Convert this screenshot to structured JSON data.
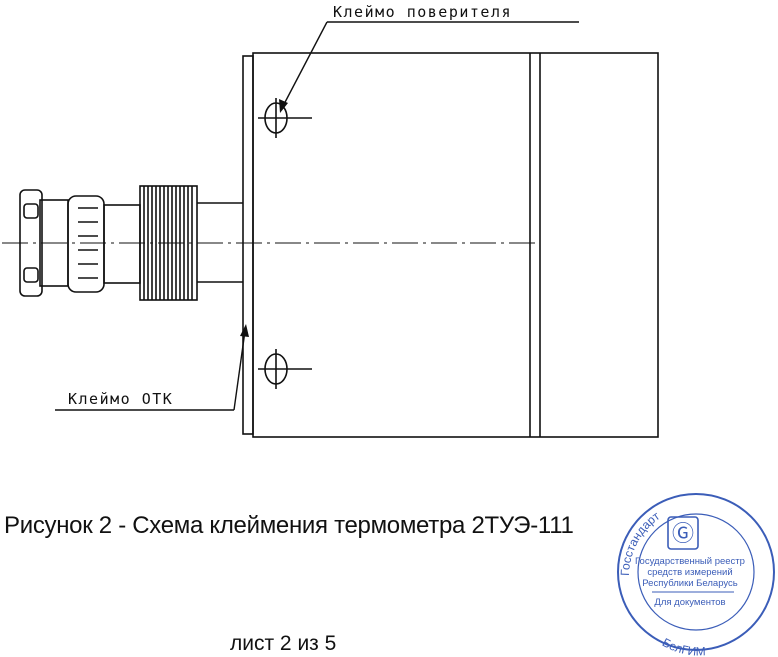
{
  "drawing": {
    "label_verifier": "Клеймо поверителя",
    "label_otk": "Клеймо ОТК"
  },
  "caption": "Рисунок 2 - Схема клеймения термометра 2ТУЭ-111",
  "sheet": "лист 2 из 5",
  "stamp": {
    "top_text": "Госстандарт",
    "bottom_text": "БелГИМ",
    "line1": "Государственный реестр",
    "line2": "средств измерений",
    "line3": "Республики Беларусь",
    "line4": "Для документов",
    "color": "#3b5db8"
  }
}
